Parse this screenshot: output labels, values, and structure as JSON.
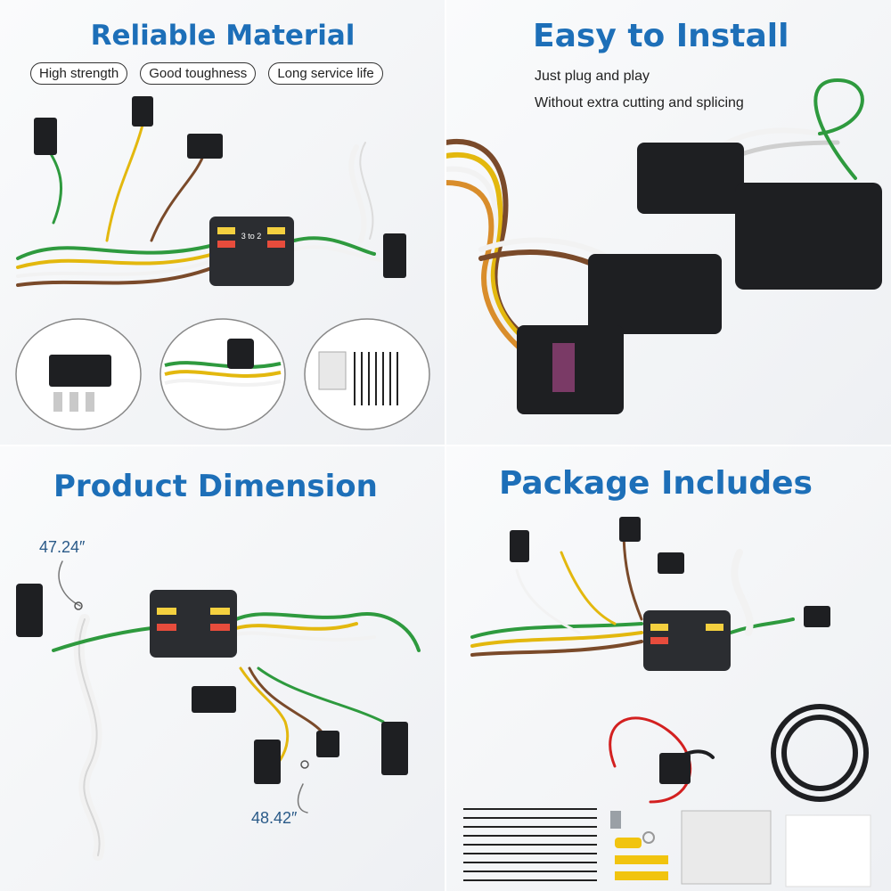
{
  "panels": {
    "reliable": {
      "title": "Reliable Material",
      "features": [
        "High strength",
        "Good toughness",
        "Long service life"
      ]
    },
    "install": {
      "title": "Easy to Install",
      "lines": [
        "Just plug and play",
        "Without extra cutting and splicing"
      ]
    },
    "dimension": {
      "title": "Product Dimension",
      "length_a": "47.24″",
      "length_b": "48.42″"
    },
    "package": {
      "title": "Package Includes"
    }
  },
  "device_label": "3 to 2",
  "colors": {
    "title_blue": "#1d6fb8",
    "wire_green": "#2e9a3e",
    "wire_yellow": "#e3b80e",
    "wire_brown": "#7a4a2a",
    "wire_white": "#f2f2f2",
    "wire_red": "#d32020",
    "connector_black": "#1e1f22"
  }
}
